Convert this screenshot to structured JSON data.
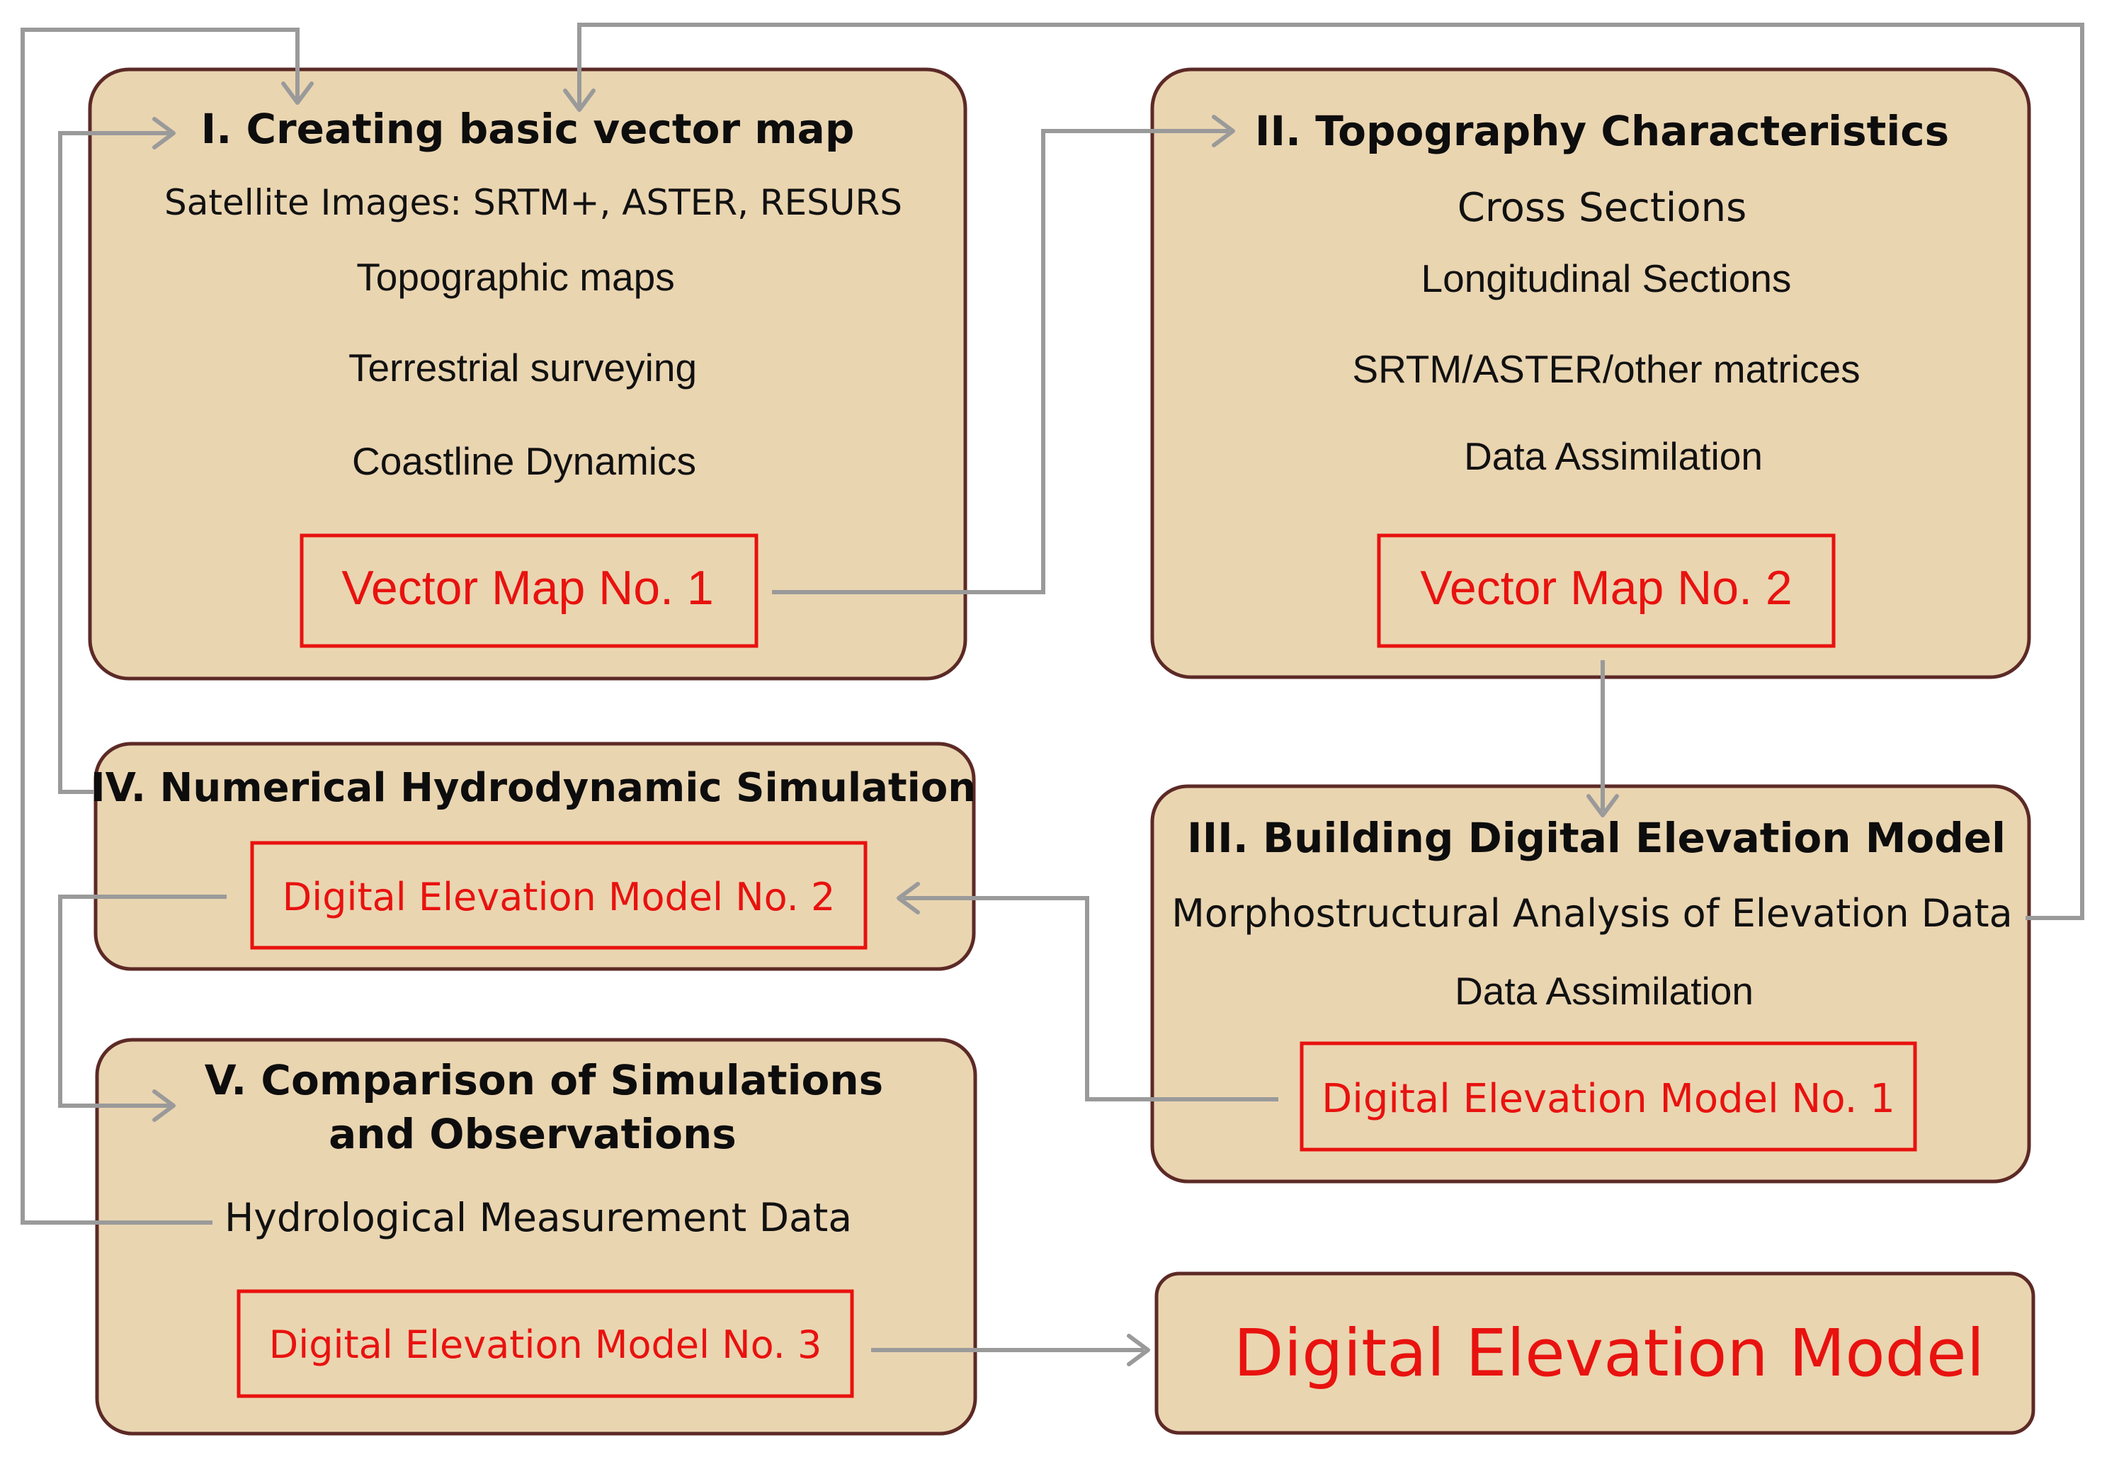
{
  "colors": {
    "box_fill": "#ead5b1",
    "box_border": "#5c2a26",
    "output_text": "#e8120f",
    "connector": "#9a9a9a"
  },
  "stage1": {
    "title": "I. Creating basic vector map",
    "items": [
      "Satellite Images: SRTM+, ASTER, RESURS",
      "Topographic maps",
      "Terrestrial surveying",
      "Coastline Dynamics"
    ],
    "output": "Vector Map No. 1"
  },
  "stage2": {
    "title": "II. Topography Characteristics",
    "items": [
      "Cross Sections",
      "Longitudinal Sections",
      "SRTM/ASTER/other matrices",
      "Data Assimilation"
    ],
    "output": "Vector Map No. 2"
  },
  "stage3": {
    "title": "III. Building Digital Elevation Model",
    "items": [
      "Morphostructural Analysis of Elevation Data",
      "Data Assimilation"
    ],
    "output": "Digital Elevation Model No. 1"
  },
  "stage4": {
    "title": "IV. Numerical Hydrodynamic Simulation",
    "output": "Digital Elevation Model No. 2"
  },
  "stage5": {
    "title_line1": "V. Comparison of Simulations",
    "title_line2": "and Observations",
    "items": [
      "Hydrological Measurement Data"
    ],
    "output": "Digital Elevation Model No. 3"
  },
  "final": {
    "label": "Digital Elevation Model"
  }
}
